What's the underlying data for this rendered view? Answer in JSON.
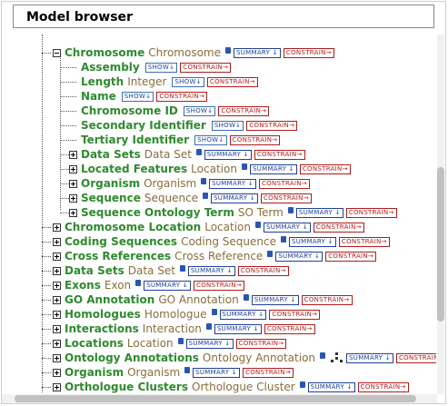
{
  "title": "Model browser",
  "expanded": {
    "label": "Chromosome",
    "type": "Chromosome",
    "badges": [
      "SUMMARY ↓",
      "CONSTRAIN→"
    ]
  },
  "attributes": [
    {
      "label": "Assembly",
      "type": ""
    },
    {
      "label": "Length",
      "type": "Integer"
    },
    {
      "label": "Name",
      "type": ""
    },
    {
      "label": "Chromosome ID",
      "type": ""
    },
    {
      "label": "Secondary Identifier",
      "type": ""
    },
    {
      "label": "Tertiary Identifier",
      "type": ""
    }
  ],
  "attr_badges": [
    "SHOW↓",
    "CONSTRAIN→"
  ],
  "child_refs": [
    {
      "label": "Data Sets",
      "type": "Data Set"
    },
    {
      "label": "Located Features",
      "type": "Location"
    },
    {
      "label": "Organism",
      "type": "Organism"
    },
    {
      "label": "Sequence",
      "type": "Sequence"
    },
    {
      "label": "Sequence Ontology Term",
      "type": "SO Term"
    }
  ],
  "top_refs": [
    {
      "label": "Chromosome Location",
      "type": "Location"
    },
    {
      "label": "Coding Sequences",
      "type": "Coding Sequence"
    },
    {
      "label": "Cross References",
      "type": "Cross Reference"
    },
    {
      "label": "Data Sets",
      "type": "Data Set"
    },
    {
      "label": "Exons",
      "type": "Exon"
    },
    {
      "label": "GO Annotation",
      "type": "GO Annotation"
    },
    {
      "label": "Homologues",
      "type": "Homologue"
    },
    {
      "label": "Interactions",
      "type": "Interaction"
    },
    {
      "label": "Locations",
      "type": "Location"
    },
    {
      "label": "Ontology Annotations",
      "type": "Ontology Annotation",
      "graph": true
    },
    {
      "label": "Organism",
      "type": "Organism"
    },
    {
      "label": "Orthologue Clusters",
      "type": "Orthologue Cluster"
    }
  ],
  "ref_badges": [
    "SUMMARY ↓",
    "CONSTRAIN→"
  ],
  "icons": {
    "expand": "plus-box-icon",
    "collapse": "minus-box-icon",
    "info": "info-icon",
    "graph": "graph-icon"
  }
}
